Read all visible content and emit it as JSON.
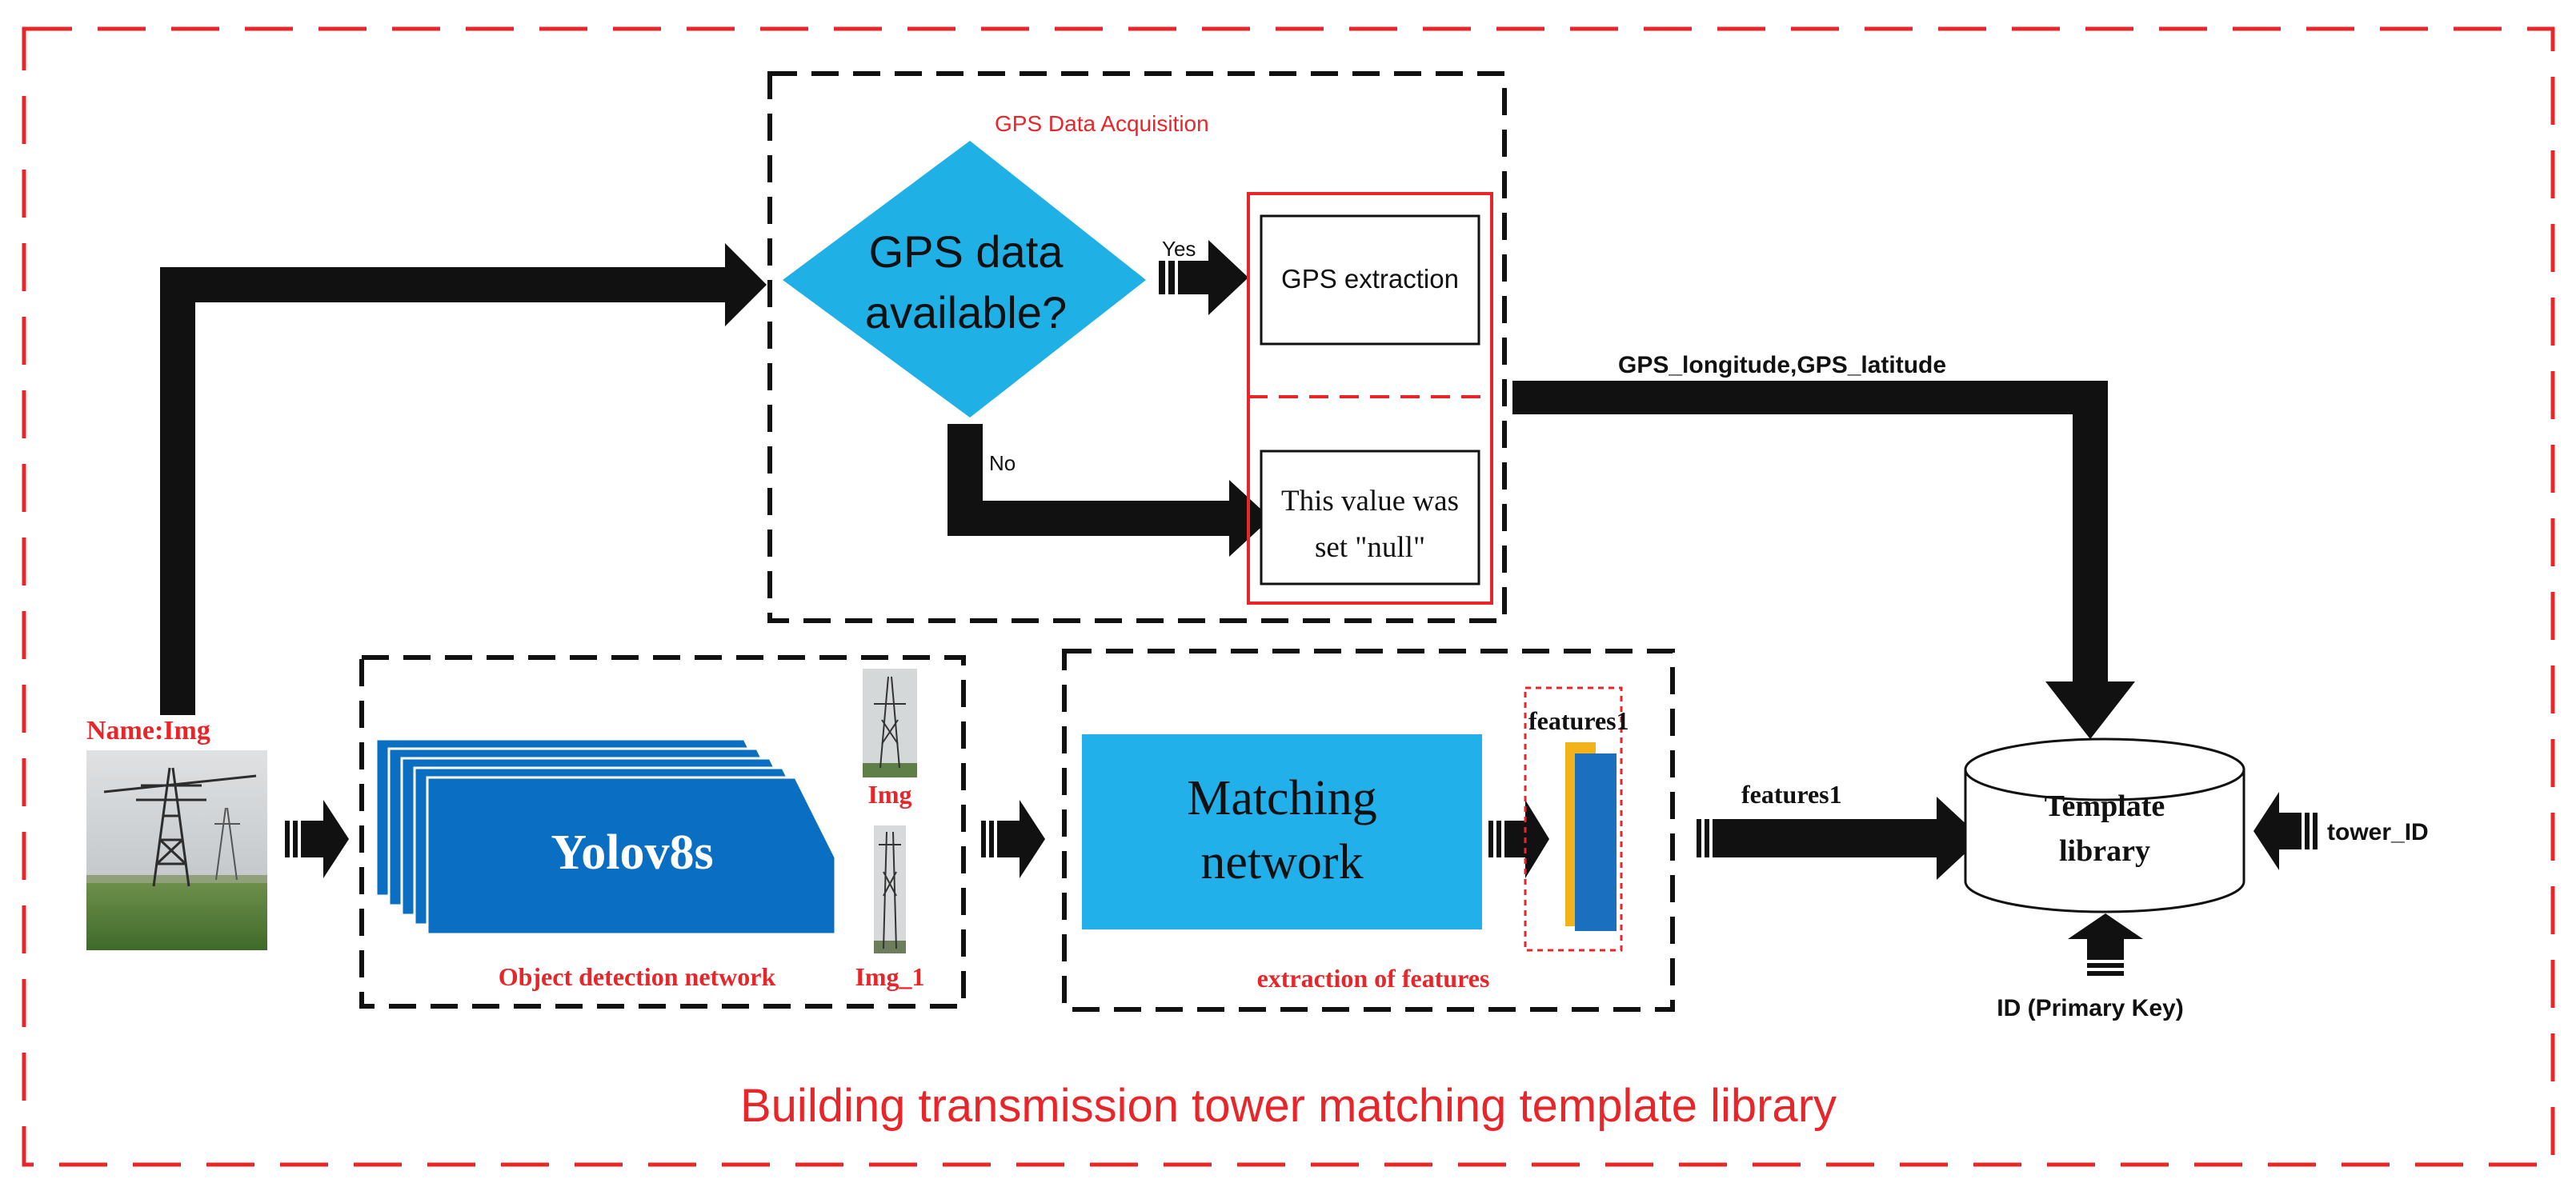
{
  "footer": {
    "title": "Building transmission tower matching template library"
  },
  "gps": {
    "section_label": "GPS Data Acquisition",
    "decision_line1": "GPS data",
    "decision_line2": "available?",
    "yes_label": "Yes",
    "no_label": "No",
    "extraction_label": "GPS extraction",
    "null_line1": "This value was",
    "null_line2": "set \"null\"",
    "output_label": "GPS_longitude,GPS_latitude"
  },
  "input": {
    "label": "Name:Img"
  },
  "detection": {
    "network_label": "Yolov8s",
    "caption": "Object detection network",
    "crop1_label": "Img",
    "crop2_label": "Img_1"
  },
  "matching": {
    "network_line1": "Matching",
    "network_line2": "network",
    "caption": "extraction of features",
    "feature_label": "features1"
  },
  "library": {
    "line1": "Template",
    "line2": "library",
    "feature_arrow_label": "features1",
    "tower_label": "tower_ID",
    "key_label": "ID (Primary Key)"
  },
  "colors": {
    "frame_red": "#e8262a",
    "diamond_blue": "#1fb0e6",
    "yolo_blue": "#0a6fc2",
    "matching_blue": "#21b0ea",
    "feature_blue": "#1b6fbf",
    "feature_yellow": "#f2b31a",
    "grass_green": "#4f7a36",
    "sky_gray": "#cfd2d4"
  }
}
